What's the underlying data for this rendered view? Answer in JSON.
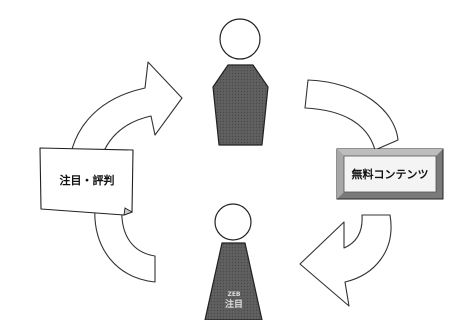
{
  "diagram": {
    "left_note": {
      "label": "注目・評判"
    },
    "right_box": {
      "label": "無料コンテンツ"
    },
    "bottom_figure": {
      "badge_small": "ZEB",
      "badge_large": "注目"
    }
  },
  "colors": {
    "figure_fill": "#5f5f5f",
    "figure_pattern": "#4a4a4a",
    "outline": "#222222",
    "arrow_fill": "#ffffff",
    "box_face": "#f4f4f4",
    "box_bevel_dark": "#7a7a7a"
  }
}
